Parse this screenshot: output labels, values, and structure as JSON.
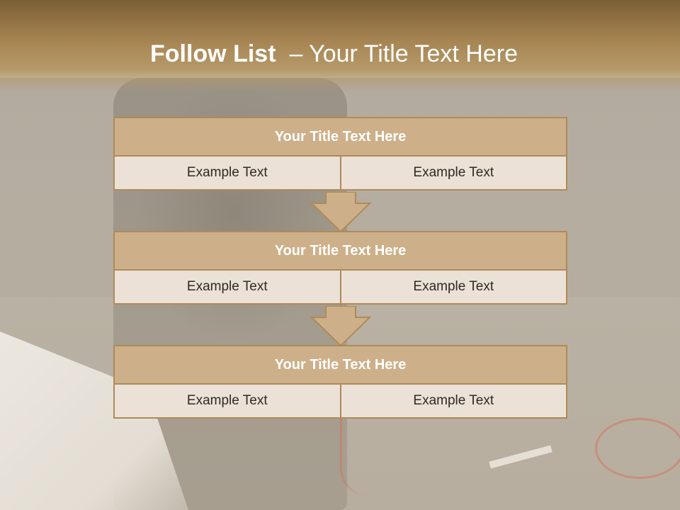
{
  "slide": {
    "title_bold": "Follow List",
    "title_rest": "– Your Title Text Here"
  },
  "colors": {
    "header": "#a78553",
    "box_title_fill": "#cdb089",
    "box_cell_fill": "#ebe1d6",
    "border": "#b08a58",
    "arrow_fill": "#cdb089"
  },
  "blocks": [
    {
      "title": "Your Title Text Here",
      "cells": [
        "Example Text",
        "Example Text"
      ]
    },
    {
      "title": "Your Title Text Here",
      "cells": [
        "Example Text",
        "Example Text"
      ]
    },
    {
      "title": "Your Title Text Here",
      "cells": [
        "Example Text",
        "Example Text"
      ]
    }
  ],
  "arrows": [
    {
      "icon": "arrow-down-icon"
    },
    {
      "icon": "arrow-down-icon"
    }
  ]
}
